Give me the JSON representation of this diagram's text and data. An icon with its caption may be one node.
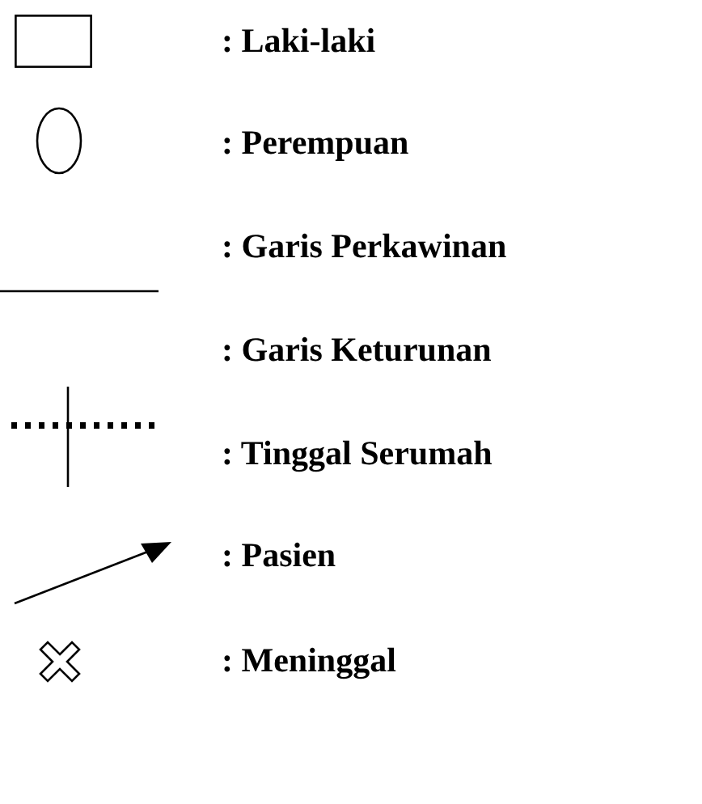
{
  "diagram": {
    "legend": [
      {
        "text": ": Laki-laki"
      },
      {
        "text": ": Perempuan"
      },
      {
        "text": ": Garis Perkawinan"
      },
      {
        "text": ": Garis Keturunan"
      },
      {
        "text": ": Tinggal Serumah"
      },
      {
        "text": ": Pasien"
      },
      {
        "text": ": Meninggal"
      }
    ]
  }
}
